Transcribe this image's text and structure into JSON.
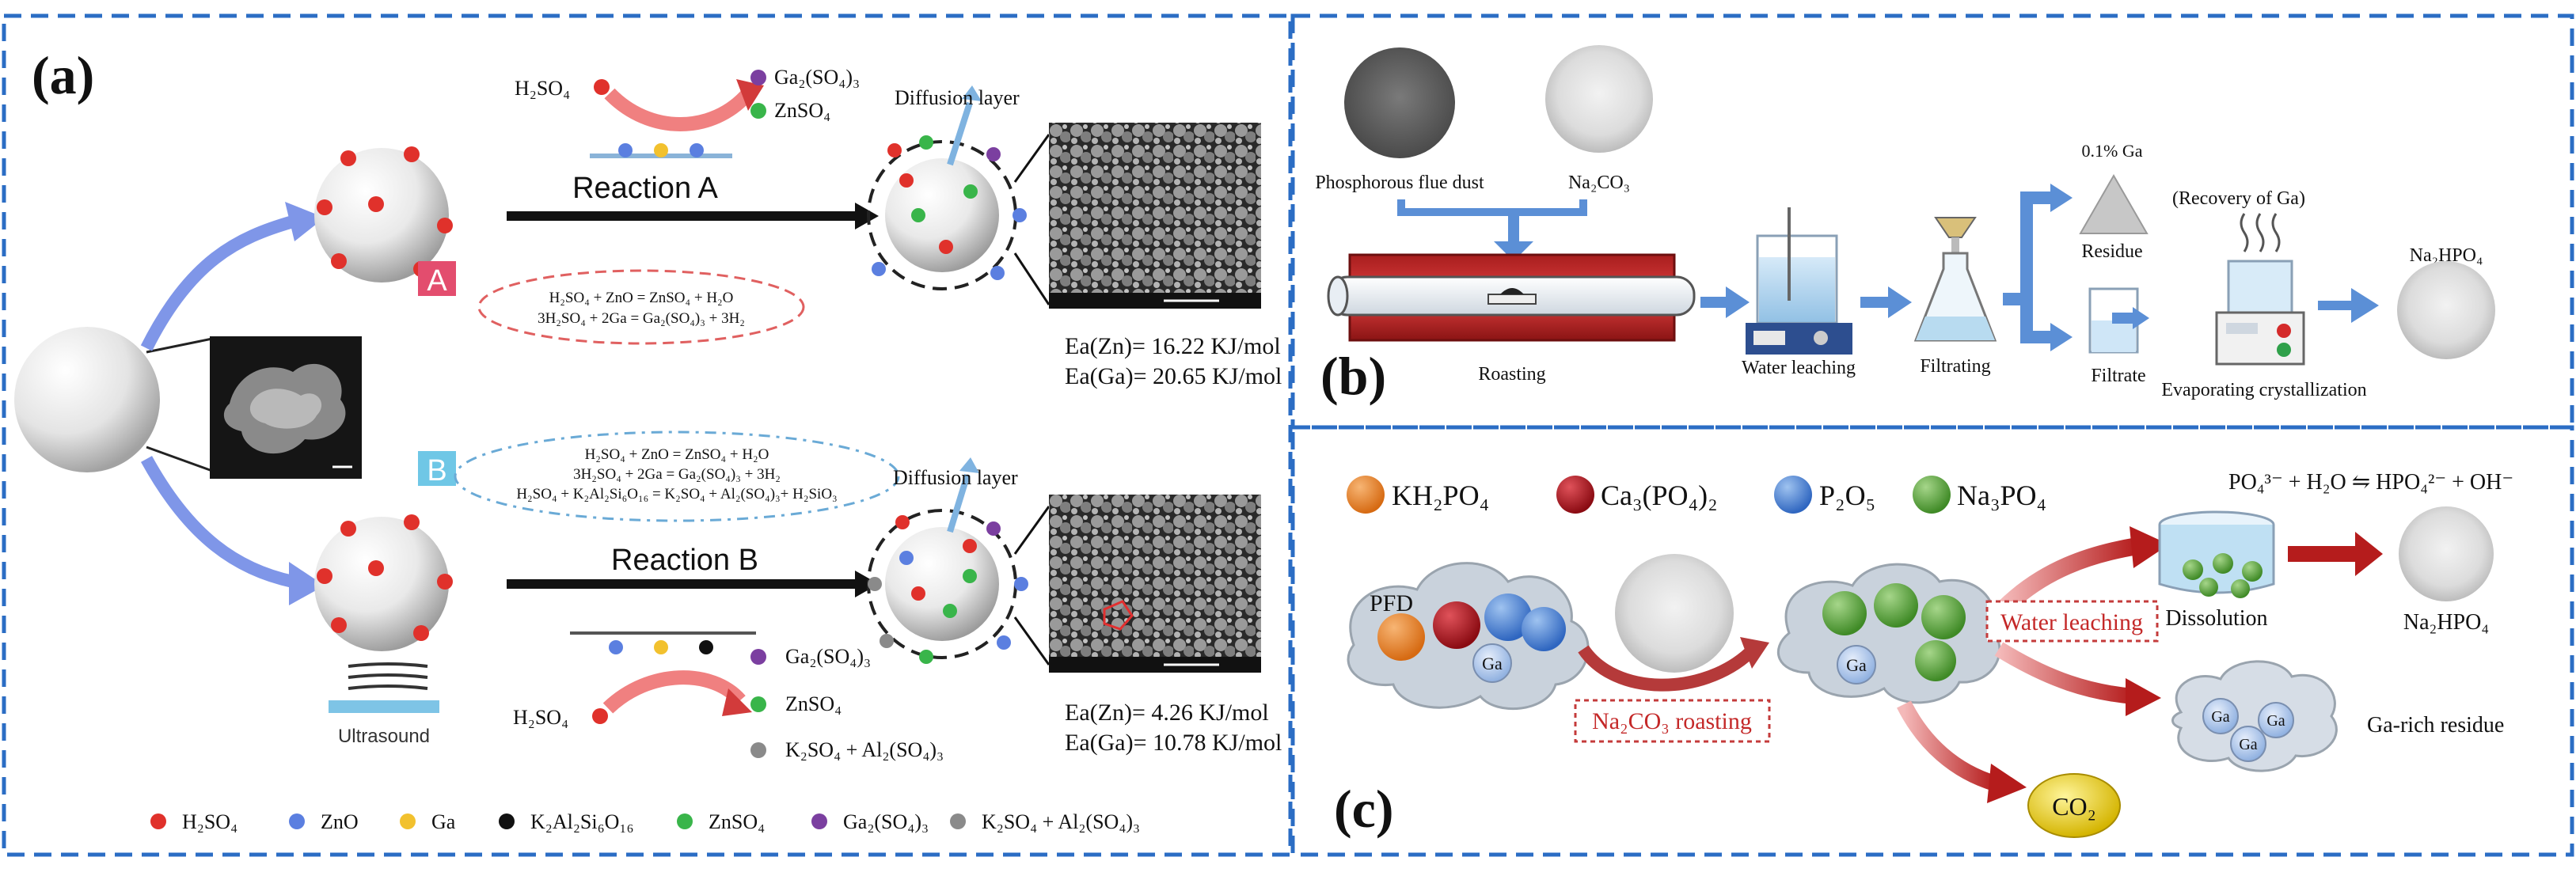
{
  "panel_labels": {
    "a": "(a)",
    "b": "(b)",
    "c": "(c)"
  },
  "panel_a": {
    "reaction_a": "Reaction A",
    "reaction_b": "Reaction B",
    "label_A": "A",
    "label_B": "B",
    "diffusion_layer": "Diffusion layer",
    "ultrasound": "Ultrasound",
    "top_mini": {
      "reactant": "H₂SO₄",
      "product1": "Ga₂(SO₄)₃",
      "product2": "ZnSO₄"
    },
    "bottom_mini": {
      "reactant": "H₂SO₄",
      "product1": "Ga₂(SO₄)₃",
      "product2": "ZnSO₄",
      "product3": "K₂SO₄ + Al₂(SO₄)₃"
    },
    "equations_A": [
      "H₂SO₄ + ZnO = ZnSO₄ + H₂O",
      "3H₂SO₄ + 2Ga = Ga₂(SO₄)₃ + 3H₂"
    ],
    "equations_B": [
      "H₂SO₄ + ZnO = ZnSO₄ + H₂O",
      "3H₂SO₄ + 2Ga = Ga₂(SO₄)₃ + 3H₂",
      "H₂SO₄ + K₂Al₂Si₆O₁₆ = K₂SO₄ + Al₂(SO₄)₃+ H₂SiO₃"
    ],
    "ea_A": [
      "Ea(Zn)= 16.22 KJ/mol",
      "Ea(Ga)= 20.65 KJ/mol"
    ],
    "ea_B": [
      "Ea(Zn)= 4.26 KJ/mol",
      "Ea(Ga)= 10.78 KJ/mol"
    ],
    "legend": [
      {
        "label": "H₂SO₄",
        "color": "#e0312b"
      },
      {
        "label": "ZnO",
        "color": "#5b7fe0"
      },
      {
        "label": "Ga",
        "color": "#f2c12e"
      },
      {
        "label": "K₂Al₂Si₆O₁₆",
        "color": "#111111"
      },
      {
        "label": "ZnSO₄",
        "color": "#39b54a"
      },
      {
        "label": "Ga₂(SO₄)₃",
        "color": "#7b3fa0"
      },
      {
        "label": "K₂SO₄ + Al₂(SO₄)₃",
        "color": "#8a8a8a"
      }
    ]
  },
  "panel_b": {
    "phosphorous_flue_dust": "Phosphorous flue dust",
    "na2co3": "Na₂CO₃",
    "roasting": "Roasting",
    "water_leaching": "Water leaching",
    "filtrating": "Filtrating",
    "ga_content": "0.1% Ga",
    "residue": "Residue",
    "recovery": "(Recovery of Ga)",
    "filtrate": "Filtrate",
    "evaporating": "Evaporating crystallization",
    "na2hpo4": "Na₂HPO₄"
  },
  "panel_c": {
    "legend": [
      {
        "label": "KH₂PO₄",
        "color": "#e8822a"
      },
      {
        "label": "Ca₃(PO₄)₂",
        "color": "#b3141b"
      },
      {
        "label": "P₂O₅",
        "color": "#4f86d6"
      },
      {
        "label": "Na₃PO₄",
        "color": "#5aa03c"
      }
    ],
    "pfd": "PFD",
    "ga": "Ga",
    "roasting": "Na₂CO₃ roasting",
    "water_leaching": "Water leaching",
    "equation": "PO₄³⁻ + H₂O ⇋ HPO₄²⁻ + OH⁻",
    "dissolution": "Dissolution",
    "na2hpo4": "Na₂HPO₄",
    "ga_rich": "Ga-rich residue",
    "co2": "CO₂"
  }
}
